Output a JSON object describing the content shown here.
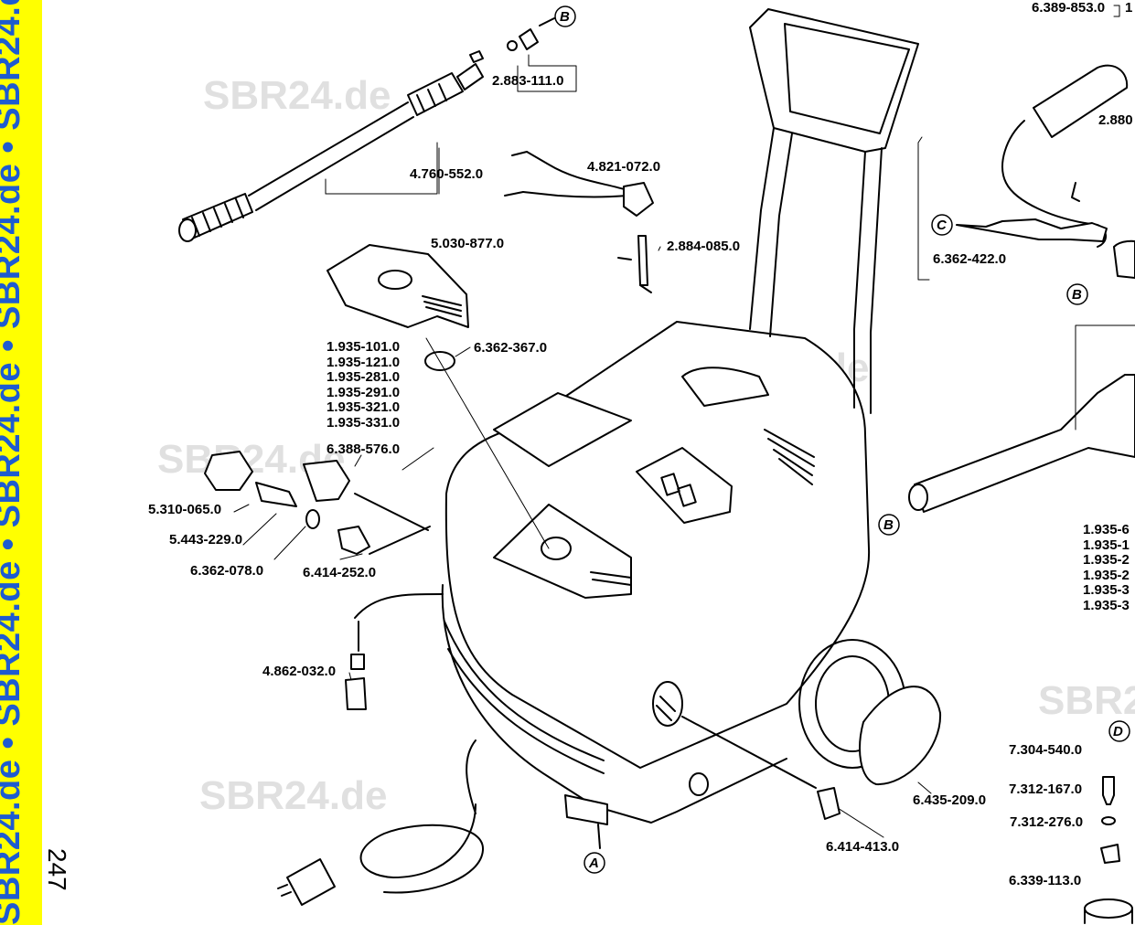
{
  "sidebar": {
    "text": "SBR24.de • SBR24.de • SBR24.de • SBR24.de • SBR24.de • SBR24.de • SBR24.de • SBR24.de",
    "page_number": "247"
  },
  "watermark": "SBR24.de",
  "part_numbers": {
    "p_6389853": "6.389-853.0",
    "p_1_cut": "1",
    "p_2883111": "2.883-111.0",
    "p_2880_cut": "2.880",
    "p_4760552": "4.760-552.0",
    "p_4821072": "4.821-072.0",
    "p_6362422": "6.362-422.0",
    "p_5030877": "5.030-877.0",
    "p_2884085": "2.884-085.0",
    "p_6362367": "6.362-367.0",
    "p_6388576": "6.388-576.0",
    "p_5310065": "5.310-065.0",
    "p_5443229": "5.443-229.0",
    "p_6362078": "6.362-078.0",
    "p_6414252": "6.414-252.0",
    "p_4862032": "4.862-032.0",
    "p_6435209": "6.435-209.0",
    "p_6414413": "6.414-413.0",
    "p_7304540": "7.304-540.0",
    "p_7312167": "7.312-167.0",
    "p_7312276": "7.312-276.0",
    "p_6339113": "6.339-113.0"
  },
  "pump_variants": [
    "1.935-101.0",
    "1.935-121.0",
    "1.935-281.0",
    "1.935-291.0",
    "1.935-321.0",
    "1.935-331.0"
  ],
  "pump_variants_right": [
    "1.935-6",
    "1.935-1",
    "1.935-2",
    "1.935-2",
    "1.935-3",
    "1.935-3"
  ],
  "callouts": {
    "b_top": "B",
    "c_right": "C",
    "b_right": "B",
    "b_mid": "B",
    "a_bottom": "A",
    "d_right": "D"
  }
}
